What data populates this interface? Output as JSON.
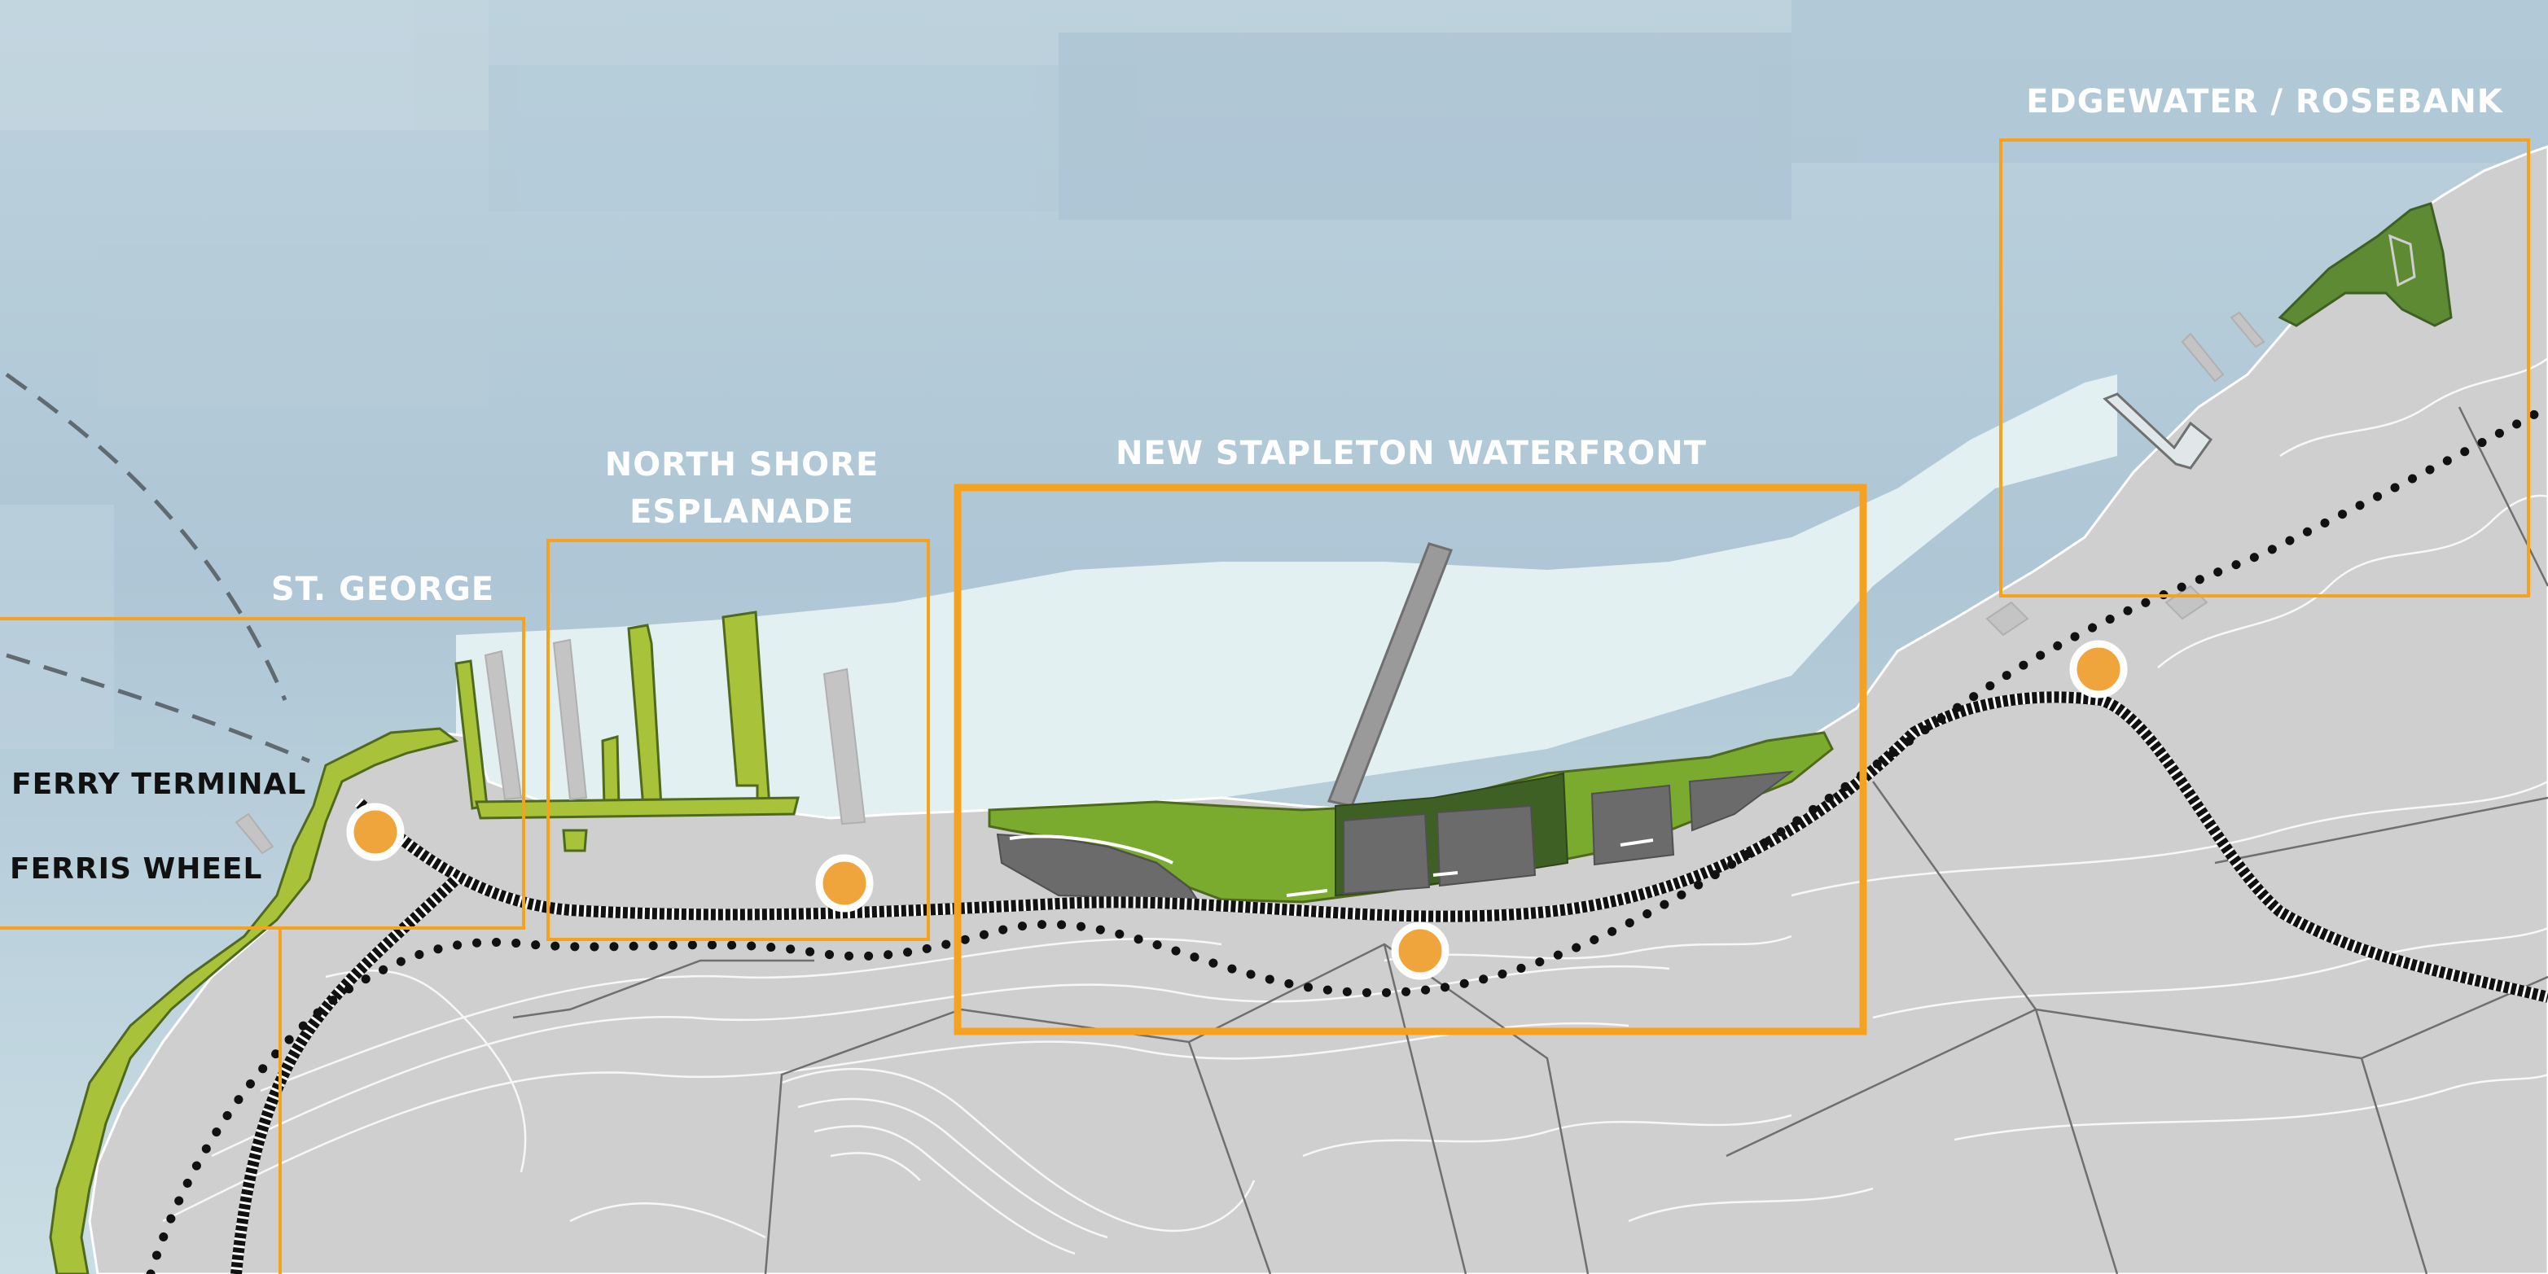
{
  "colors": {
    "water_deep": "#a9c3d3",
    "water_shallow": "#e3f0f1",
    "land": "#cfcfcf",
    "contour": "#ffffff",
    "parcel_line": "#6f6f6f",
    "park_light": "#a8c23a",
    "park_dark": "#3f6024",
    "park_mid": "#6f9a2e",
    "building": "#6b6b6b",
    "focus_box": "#f5a31f",
    "station_dot": "#f0a53c",
    "rail": "#111111",
    "ferry_route": "#5f6b70"
  },
  "areas": {
    "st_george": "ST. GEORGE",
    "north_shore_line1": "NORTH SHORE",
    "north_shore_line2": "ESPLANADE",
    "new_stapleton": "NEW STAPLETON WATERFRONT",
    "edgewater": "EDGEWATER / ROSEBANK"
  },
  "landmarks": {
    "ferry_terminal": "FERRY TERMINAL",
    "ferris_wheel": "FERRIS WHEEL"
  },
  "icons": {
    "station": "station-marker-icon",
    "rail": "railway-line-icon",
    "ferry": "ferry-route-icon"
  }
}
